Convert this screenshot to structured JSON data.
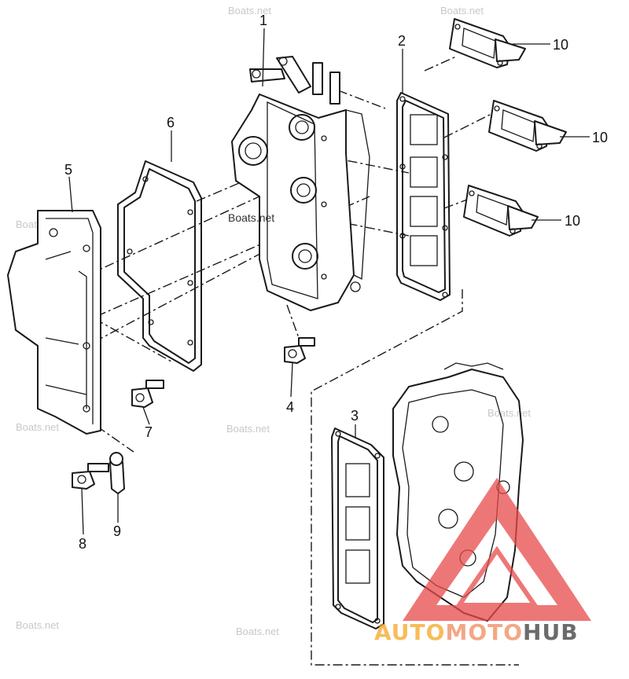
{
  "callouts": {
    "c1": "1",
    "c2": "2",
    "c3": "3",
    "c4": "4",
    "c5": "5",
    "c6": "6",
    "c7": "7",
    "c8": "8",
    "c9": "9",
    "c10a": "10",
    "c10b": "10",
    "c10c": "10"
  },
  "watermarks": {
    "w1": "Boats.net",
    "w2": "Boats.net",
    "w3": "Boats.net",
    "w4": "Boats.net",
    "w5": "Boats.net",
    "w6": "Boats.net",
    "w7": "Boats.net",
    "w8": "Boats.net",
    "center": "Boats.net"
  },
  "brand": {
    "auto": "AUTO",
    "moto": "MOTO",
    "hub": "HUB",
    "auto_color": "#f5a623",
    "moto_color": "#f08a5d",
    "hub_color": "#3a3a3a",
    "triangle_color": "#e84a4a"
  }
}
